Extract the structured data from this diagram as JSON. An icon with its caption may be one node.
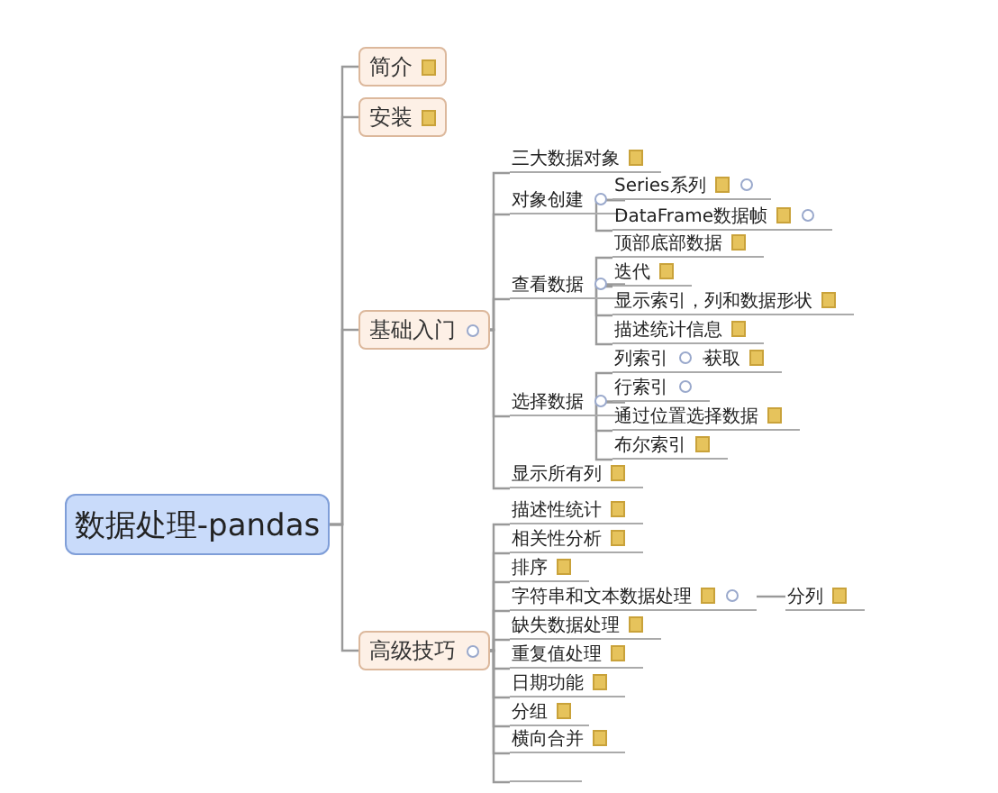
{
  "diagram": {
    "nodes": [
      {
        "text": [
          "数据处理-pandas"
        ]
      },
      {
        "text": [
          "简介"
        ]
      },
      {
        "text": [
          "安装"
        ]
      },
      {
        "text": [
          "基础入门"
        ]
      },
      {
        "text": [
          "高级技巧"
        ]
      },
      {
        "text": [
          "三大数据对象"
        ]
      },
      {
        "text": [
          "对象创建"
        ]
      },
      {
        "text": [
          "Series系列"
        ]
      },
      {
        "text": [
          "DataFrame数据帧"
        ]
      },
      {
        "text": [
          "查看数据"
        ]
      },
      {
        "text": [
          "顶部底部数据"
        ]
      },
      {
        "text": [
          "迭代"
        ]
      },
      {
        "text": [
          "显示索引，列和数据形状"
        ]
      },
      {
        "text": [
          "描述统计信息"
        ]
      },
      {
        "text": [
          "选择数据"
        ]
      },
      {
        "text": [
          "列索引"
        ]
      },
      {
        "text": [
          "获取"
        ]
      },
      {
        "text": [
          "行索引"
        ]
      },
      {
        "text": [
          "通过位置选择数据"
        ]
      },
      {
        "text": [
          "布尔索引"
        ]
      },
      {
        "text": [
          "显示所有列"
        ]
      },
      {
        "text": [
          "描述性统计"
        ]
      },
      {
        "text": [
          "相关性分析"
        ]
      },
      {
        "text": [
          "排序"
        ]
      },
      {
        "text": [
          "字符串和文本数据处理"
        ]
      },
      {
        "text": [
          "分列"
        ]
      },
      {
        "text": [
          "缺失数据处理"
        ]
      },
      {
        "text": [
          "重复值处理"
        ]
      },
      {
        "text": [
          "日期功能"
        ]
      },
      {
        "text": [
          "分组"
        ]
      },
      {
        "text": [
          "横向合并"
        ]
      },
      {
        "text": [],
        "shape": "line"
      }
    ],
    "edges": [
      {
        "from": 0,
        "to": 1,
        "arrow": "none"
      },
      {
        "from": 0,
        "to": 2,
        "arrow": "none"
      },
      {
        "from": 0,
        "to": 3,
        "arrow": "none"
      },
      {
        "from": 0,
        "to": 4,
        "arrow": "none"
      },
      {
        "from": 3,
        "to": 5,
        "arrow": "none"
      },
      {
        "from": 3,
        "to": 6,
        "arrow": "none"
      },
      {
        "from": 6,
        "to": 7,
        "arrow": "none"
      },
      {
        "from": 6,
        "to": 8,
        "arrow": "none"
      },
      {
        "from": 3,
        "to": 9,
        "arrow": "none"
      },
      {
        "from": 9,
        "to": 10,
        "arrow": "none"
      },
      {
        "from": 9,
        "to": 11,
        "arrow": "none"
      },
      {
        "from": 9,
        "to": 12,
        "arrow": "none"
      },
      {
        "from": 9,
        "to": 13,
        "arrow": "none"
      },
      {
        "from": 3,
        "to": 14,
        "arrow": "none"
      },
      {
        "from": 14,
        "to": 15,
        "arrow": "none"
      },
      {
        "from": 15,
        "to": 16,
        "arrow": "none"
      },
      {
        "from": 14,
        "to": 17,
        "arrow": "none"
      },
      {
        "from": 14,
        "to": 18,
        "arrow": "none"
      },
      {
        "from": 14,
        "to": 19,
        "arrow": "none"
      },
      {
        "from": 3,
        "to": 20,
        "arrow": "none"
      },
      {
        "from": 4,
        "to": 21,
        "arrow": "none"
      },
      {
        "from": 4,
        "to": 22,
        "arrow": "none"
      },
      {
        "from": 4,
        "to": 23,
        "arrow": "none"
      },
      {
        "from": 4,
        "to": 24,
        "arrow": "none"
      },
      {
        "from": 24,
        "to": 25,
        "arrow": "none"
      },
      {
        "from": 4,
        "to": 26,
        "arrow": "none"
      },
      {
        "from": 4,
        "to": 27,
        "arrow": "none"
      },
      {
        "from": 4,
        "to": 28,
        "arrow": "none"
      },
      {
        "from": 4,
        "to": 29,
        "arrow": "none"
      },
      {
        "from": 4,
        "to": 30,
        "arrow": "none"
      },
      {
        "from": 4,
        "to": 31,
        "arrow": "none"
      }
    ]
  }
}
